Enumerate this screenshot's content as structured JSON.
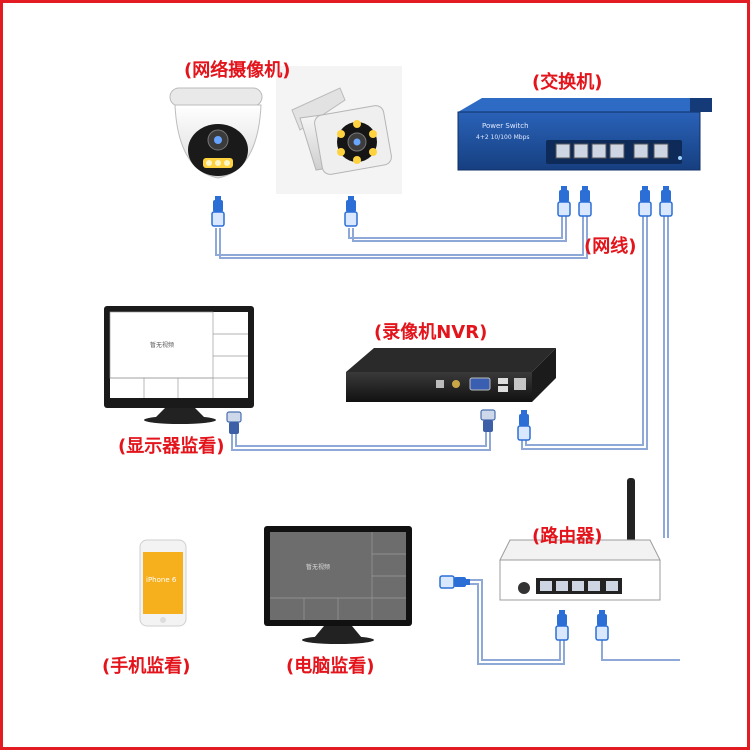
{
  "labels": {
    "cameras": "(网络摄像机)",
    "switch": "(交换机)",
    "cable": "(网线)",
    "nvr": "(录像机NVR)",
    "monitor": "(显示器监看)",
    "router": "(路由器)",
    "phone": "(手机监看)",
    "computer": "(电脑监看)"
  },
  "switch_panel": {
    "line1": "Power Switch",
    "line2": "4+2  10/100 Mbps"
  },
  "screen_text": "暂无视频",
  "phone_text": "iPhone 6",
  "colors": {
    "label_red": "#e3141b",
    "wire_blue": "#8ea8d8",
    "connector_blue": "#2b6fd6",
    "switch_blue": "#1e4f9a"
  }
}
